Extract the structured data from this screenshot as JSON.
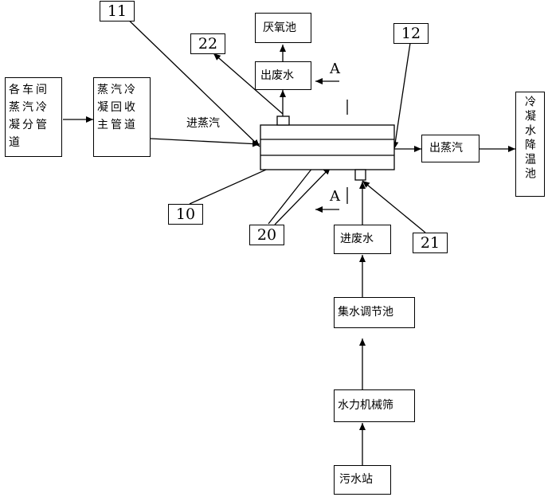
{
  "nodes": {
    "branch_pipes": "各车间蒸汽冷凝分管道",
    "main_pipe": "蒸汽冷凝回收主管道",
    "anaerobic_tank": "厌氧池",
    "waste_water_out": "出废水",
    "steam_out": "出蒸汽",
    "condensate_cooling_tank": "冷凝水降温池",
    "waste_water_in": "进废水",
    "collection_tank": "集水调节池",
    "mechanical_screen": "水力机械筛",
    "sewage_station": "污水站"
  },
  "edge_labels": {
    "steam_in": "进蒸汽"
  },
  "section_marks": {
    "top": "A",
    "bottom": "A"
  },
  "reference_numbers": {
    "r11": "11",
    "r22": "22",
    "r12": "12",
    "r10": "10",
    "r20": "20",
    "r21": "21"
  }
}
